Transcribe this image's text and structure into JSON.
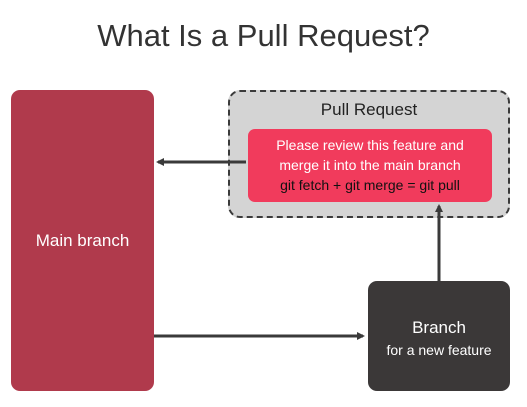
{
  "title": "What Is a Pull Request?",
  "main_branch": {
    "label": "Main branch"
  },
  "pull_request": {
    "title": "Pull Request",
    "message_line1": "Please review this feature and",
    "message_line2": "merge it into the main branch",
    "command": "git fetch + git merge = git pull"
  },
  "feature_branch": {
    "title": "Branch",
    "subtitle": "for a new feature"
  },
  "colors": {
    "main_branch": "#b03a4c",
    "pull_request_panel": "#d4d4d4",
    "pull_request_message": "#f13b5c",
    "feature_branch": "#3b3838",
    "arrows": "#3a3a3a"
  }
}
